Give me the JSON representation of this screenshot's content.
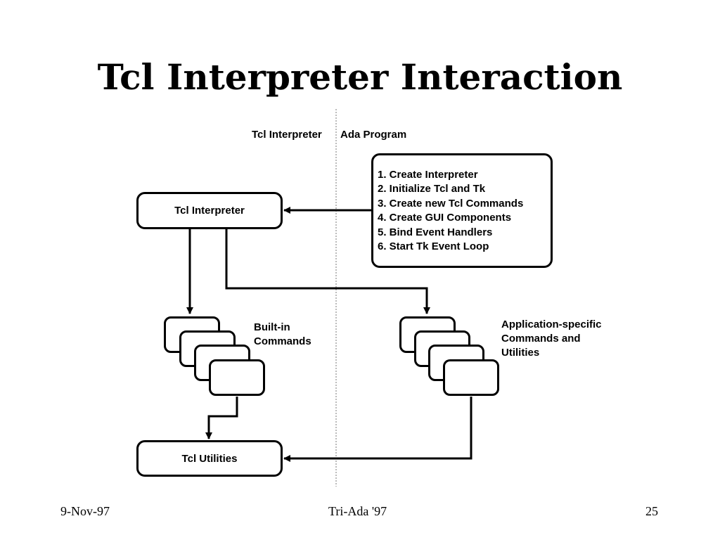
{
  "title": "Tcl Interpreter Interaction",
  "columns": {
    "left": "Tcl Interpreter",
    "right": "Ada Program"
  },
  "nodes": {
    "tcl_interpreter": "Tcl Interpreter",
    "tcl_utilities": "Tcl Utilities",
    "builtin_label": [
      "Built-in",
      "Commands"
    ],
    "appspecific_label": [
      "Application-specific",
      "Commands and",
      "Utilities"
    ]
  },
  "steps": [
    "1. Create Interpreter",
    "2. Initialize Tcl and Tk",
    "3. Create new Tcl Commands",
    "4. Create GUI Components",
    "5. Bind Event Handlers",
    "6. Start Tk Event Loop"
  ],
  "footer": {
    "date": "9-Nov-97",
    "event": "Tri-Ada '97",
    "page": "25"
  },
  "colors": {
    "line": "#000000",
    "divider": "#777777",
    "background": "#ffffff"
  }
}
